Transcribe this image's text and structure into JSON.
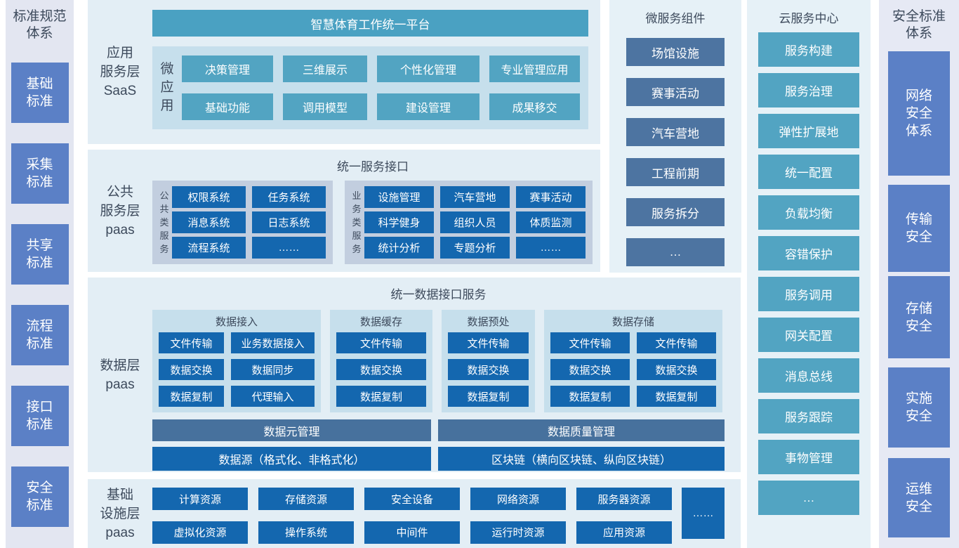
{
  "colors": {
    "teal": "#52a4c2",
    "bright_blue": "#1467af",
    "steel_blue": "#4d74a1",
    "steel_bar": "#47719d",
    "periwinkle": "#5b80c6",
    "panel_light_blue": "#c6dfec",
    "panel_gray_blue": "#c2cedf",
    "section_bg": "#e3eef5"
  },
  "left_sidebar": {
    "title": "标准规范\n体系",
    "items": [
      "基础\n标准",
      "采集\n标准",
      "共享\n标准",
      "流程\n标准",
      "接口\n标准",
      "安全\n标准"
    ]
  },
  "saas_layer": {
    "label": "应用\n服务层\nSaaS",
    "banner": "智慧体育工作统一平台",
    "micro_apps_label": "微\n应\n用",
    "micro_apps": [
      "决策管理",
      "三维展示",
      "个性化管理",
      "专业管理应用",
      "基础功能",
      "调用模型",
      "建设管理",
      "成果移交"
    ]
  },
  "public_service_layer": {
    "label": "公共\n服务层\npaas",
    "title": "统一服务接口",
    "common_services": {
      "label": "公\n共\n类\n服\n务",
      "items": [
        "权限系统",
        "任务系统",
        "消息系统",
        "日志系统",
        "流程系统",
        "……"
      ]
    },
    "business_services": {
      "label": "业\n务\n类\n服\n务",
      "items": [
        "设施管理",
        "汽车营地",
        "赛事活动",
        "科学健身",
        "组织人员",
        "体质监测",
        "统计分析",
        "专题分析",
        "……"
      ]
    }
  },
  "data_layer": {
    "label": "数据层\npaas",
    "title": "统一数据接口服务",
    "groups": [
      {
        "title": "数据接入",
        "items": [
          "文件传输",
          "业务数据接入",
          "数据交换",
          "数据同步",
          "数据复制",
          "代理输入"
        ]
      },
      {
        "title": "数据缓存",
        "items": [
          "文件传输",
          "数据交换",
          "数据复制"
        ]
      },
      {
        "title": "数据预处",
        "items": [
          "文件传输",
          "数据交换",
          "数据复制"
        ]
      },
      {
        "title": "数据存储",
        "items": [
          "文件传输",
          "文件传输",
          "数据交换",
          "数据交换",
          "数据复制",
          "数据复制"
        ]
      }
    ],
    "bars": {
      "meta_management": "数据元管理",
      "data_source": "数据源（格式化、非格式化）",
      "quality_management": "数据质量管理",
      "blockchain": "区块链（横向区块链、纵向区块链）"
    }
  },
  "infrastructure_layer": {
    "label": "基础\n设施层\npaas",
    "row1": [
      "计算资源",
      "存储资源",
      "安全设备",
      "网络资源",
      "服务器资源"
    ],
    "row2": [
      "虚拟化资源",
      "操作系统",
      "中间件",
      "运行时资源",
      "应用资源"
    ],
    "more": "……"
  },
  "microservices": {
    "title": "微服务组件",
    "items": [
      "场馆设施",
      "赛事活动",
      "汽车营地",
      "工程前期",
      "服务拆分",
      "…"
    ]
  },
  "cloud_center": {
    "title": "云服务中心",
    "items": [
      "服务构建",
      "服务治理",
      "弹性扩展地",
      "统一配置",
      "负载均衡",
      "容错保护",
      "服务调用",
      "网关配置",
      "消息总线",
      "服务跟踪",
      "事物管理",
      "…"
    ]
  },
  "right_sidebar": {
    "title": "安全标准\n体系",
    "items": [
      "网络\n安全\n体系",
      "传输\n安全",
      "存储\n安全",
      "实施\n安全",
      "运维\n安全"
    ]
  }
}
